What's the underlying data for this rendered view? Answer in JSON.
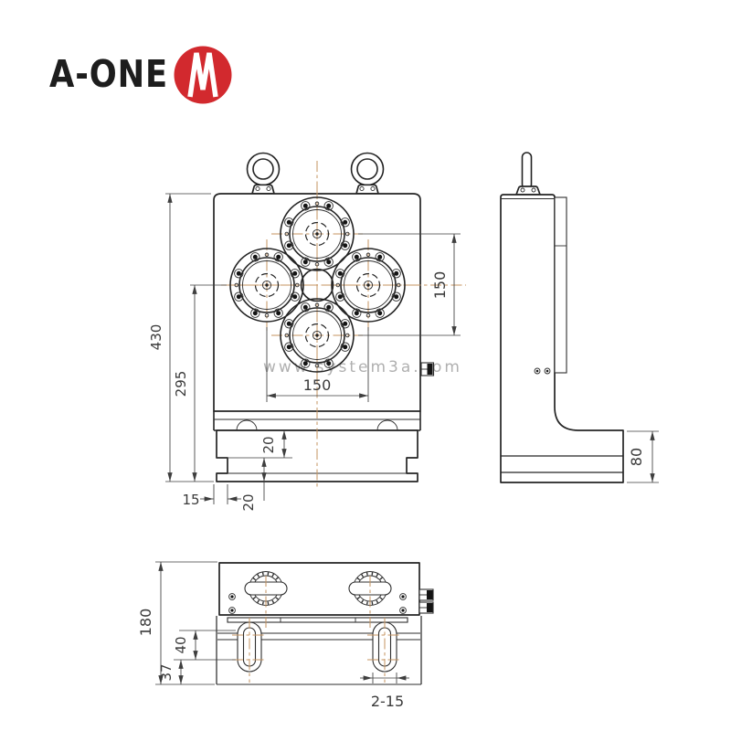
{
  "logo": {
    "brand_text": "A-ONE",
    "mark_letter": "M",
    "red": "#d2292e",
    "text_color": "#1d1d1d"
  },
  "watermark": {
    "text": "www.system3a.com",
    "color": "#a8a8a8"
  },
  "colors": {
    "outline": "#242424",
    "centerline": "#c4935f",
    "dimension": "#3e3e3e",
    "background": "#ffffff"
  },
  "views": {
    "front": {
      "dimensions": {
        "total_height": "430",
        "base_to_chuck_center": "295",
        "edge_offset": "15",
        "step_upper": "20",
        "step_lower": "20",
        "chuck_pitch_horizontal": "150",
        "chuck_pitch_vertical": "150"
      }
    },
    "side": {
      "dimensions": {
        "base_height": "80"
      }
    },
    "bottom": {
      "dimensions": {
        "overall_depth": "180",
        "slot_length": "40",
        "slot_to_edge": "37",
        "slot_spec": "2-15"
      }
    }
  }
}
